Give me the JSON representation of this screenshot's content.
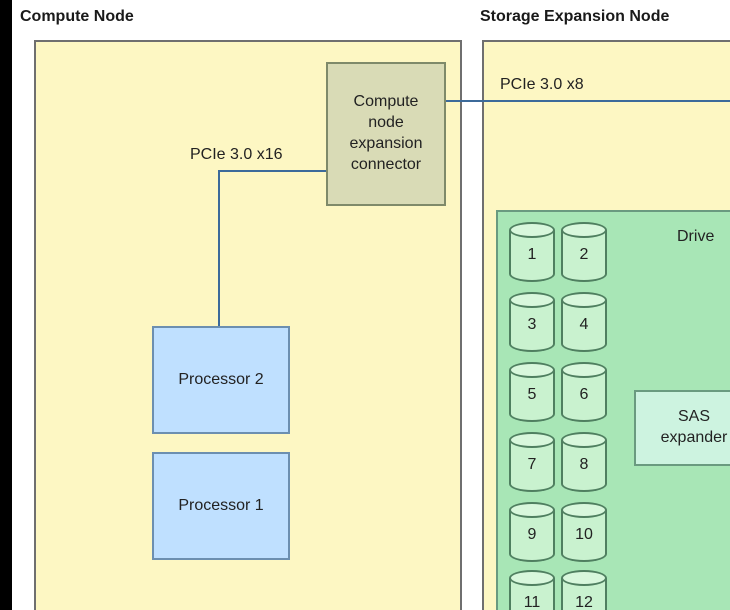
{
  "sections": {
    "compute_title": "Compute Node",
    "storage_title": "Storage Expansion Node"
  },
  "components": {
    "expansion_connector": "Compute node expansion connector",
    "processor2": "Processor 2",
    "processor1": "Processor 1",
    "sas_expander": "SAS expander",
    "drive_area_label": "Drive"
  },
  "links": {
    "pcie_x16": "PCIe 3.0 x16",
    "pcie_x8": "PCIe 3.0 x8"
  },
  "drives": [
    "1",
    "2",
    "3",
    "4",
    "5",
    "6",
    "7",
    "8",
    "9",
    "10",
    "11",
    "12"
  ],
  "colors": {
    "panel": "#fdf7c3",
    "connector": "#d9dbb6",
    "processor": "#bfe0ff",
    "drive_area": "#a8e6b6",
    "line": "#3c6a9a"
  }
}
